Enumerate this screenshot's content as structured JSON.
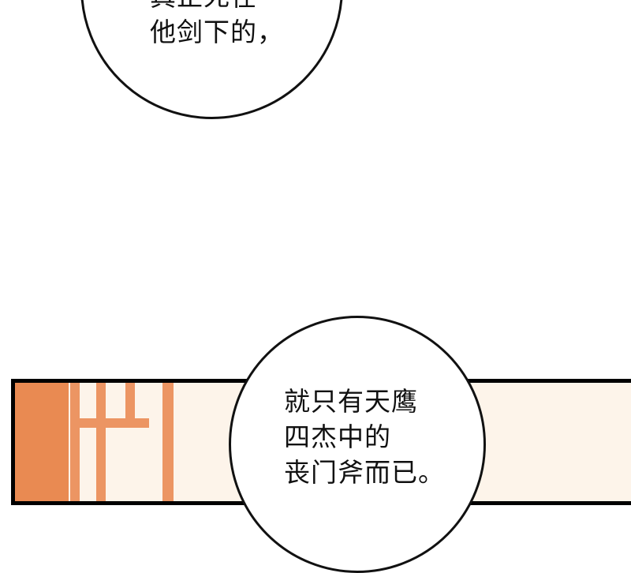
{
  "bubble_top": {
    "lines": [
      "真正死在",
      "他剑下的，"
    ]
  },
  "bubble_bottom": {
    "lines": [
      "就只有天鹰",
      "四杰中的",
      "丧门斧而已。"
    ]
  },
  "colors": {
    "panel_bg": "#fdf4ea",
    "wood": "#ec9563",
    "ink": "#111111"
  }
}
